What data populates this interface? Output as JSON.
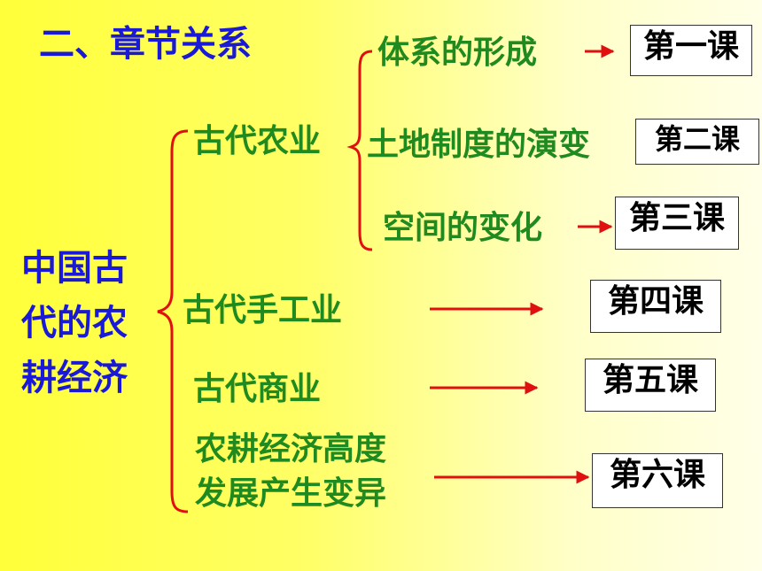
{
  "title": "二、章节关系",
  "root": "中国古代的农耕经济",
  "branches": {
    "agriculture": "古代农业",
    "handicraft": "古代手工业",
    "commerce": "古代商业",
    "change_line1": "农耕经济高度",
    "change_line2": "发展产生变异"
  },
  "agriculture_subs": {
    "system": "体系的形成",
    "land": "土地制度的演变",
    "space": "空间的变化"
  },
  "lessons": {
    "l1": "第一课",
    "l2": "第二课",
    "l3": "第三课",
    "l4": "第四课",
    "l5": "第五课",
    "l6": "第六课"
  },
  "colors": {
    "title_text": "#1a1ad6",
    "branch_text": "#1f8a1f",
    "brace": "#e01010",
    "arrow": "#e01010",
    "lesson_box_bg": "#ffffff"
  }
}
